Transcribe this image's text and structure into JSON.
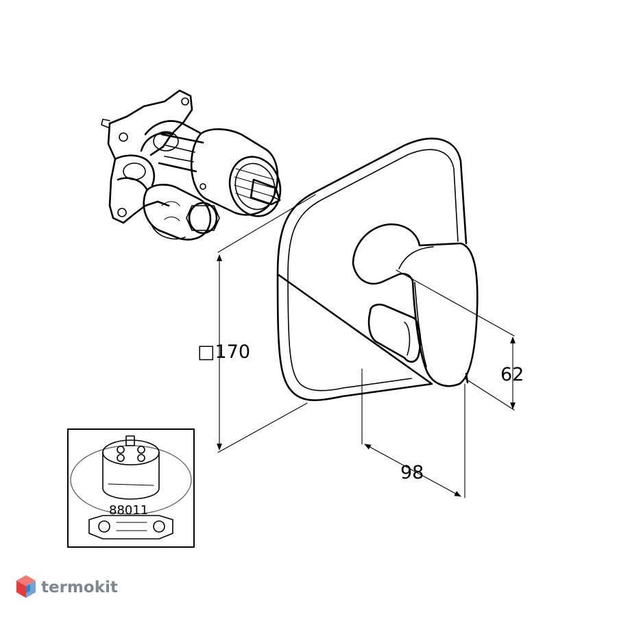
{
  "dimensions": {
    "plate_size": "□170",
    "handle_height": "62",
    "projection_depth": "98"
  },
  "inset": {
    "part_number": "88011"
  },
  "watermark": {
    "brand": "termokit",
    "logo_icon": "hexagon-cube-icon",
    "logo_colors": [
      "#e8393b",
      "#f47a7a",
      "#6fa5d8",
      "#3a7cc4"
    ]
  }
}
